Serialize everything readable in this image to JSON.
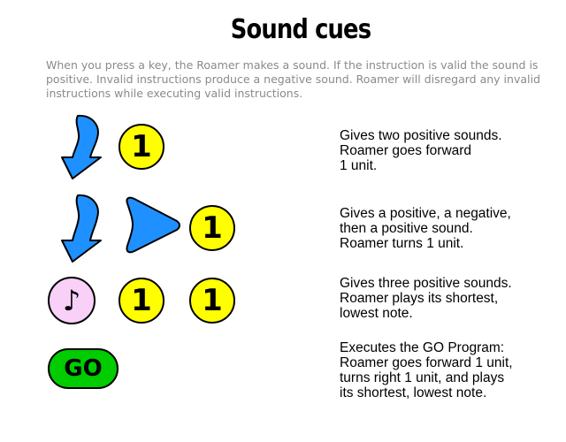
{
  "title": "Sound cues",
  "intro_lines": [
    "When you press a key, the Roamer makes a sound. If the instruction is valid the sound is",
    "positive. Invalid instructions produce a negative sound. Roamer will disregard any invalid",
    "instructions while executing valid instructions."
  ],
  "keys": {
    "number_label": "1",
    "note_symbol": "♪",
    "go_label": "GO"
  },
  "colors": {
    "arrow": "#1e90ff",
    "number_key": "#ffff00",
    "note_key": "#f8d0f8",
    "go_key": "#00cc00"
  },
  "cues": [
    {
      "lines": [
        "Gives two positive sounds.",
        "Roamer goes forward",
        "1 unit."
      ]
    },
    {
      "lines": [
        "Gives a positive, a negative,",
        "then a positive sound.",
        "Roamer turns 1 unit."
      ]
    },
    {
      "lines": [
        "Gives three positive sounds.",
        "Roamer plays its shortest,",
        "lowest note."
      ]
    },
    {
      "lines": [
        "Executes the GO Program:",
        "Roamer goes forward 1 unit,",
        "turns right 1 unit, and plays",
        "its shortest, lowest note."
      ]
    }
  ]
}
